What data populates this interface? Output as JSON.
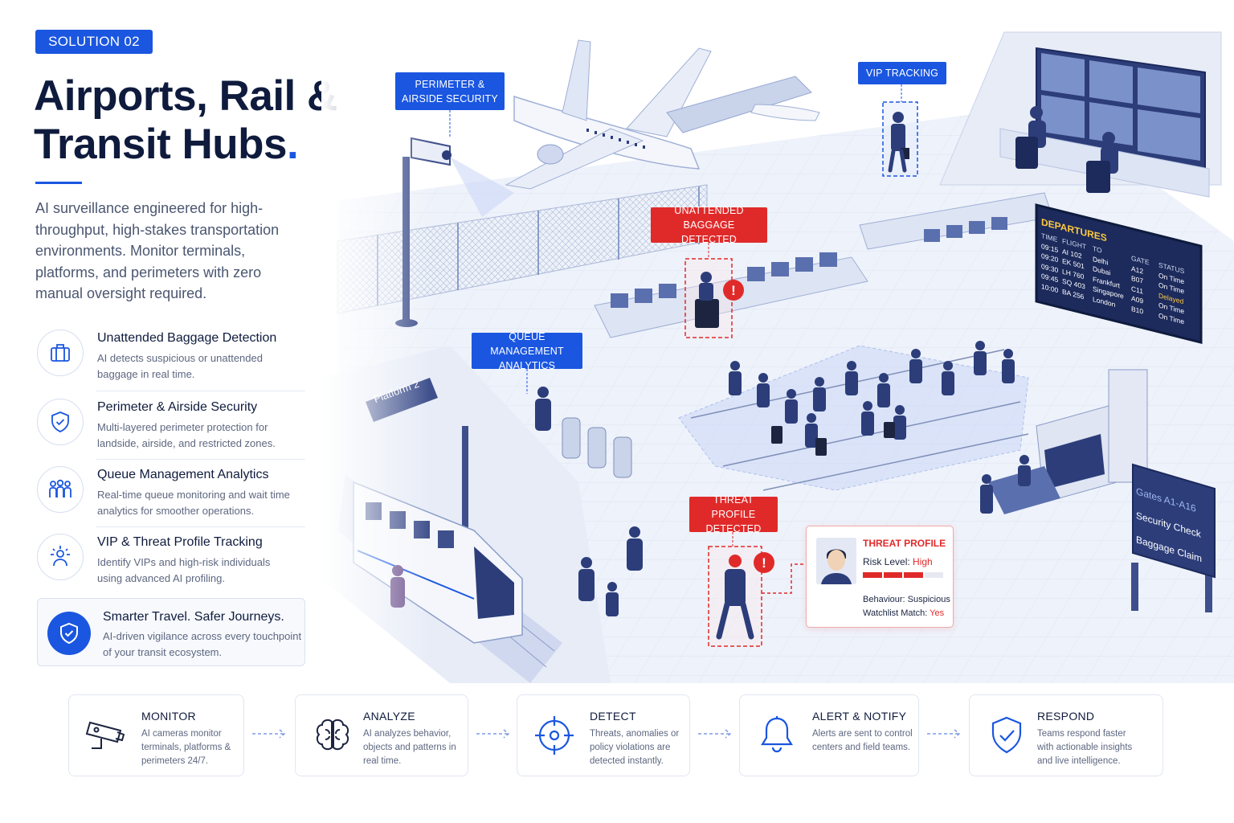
{
  "badge": "SOLUTION 02",
  "title": {
    "line1": "Airports, Rail &",
    "line2": "Transit Hubs",
    "dot": "."
  },
  "lead": "AI surveillance engineered for high-throughput, high-stakes transportation environments. Monitor terminals, platforms, and perimeters with zero manual oversight required.",
  "features": [
    {
      "title": "Unattended Baggage Detection",
      "desc": "AI detects suspicious or unattended baggage in real time.",
      "icon": "luggage-icon"
    },
    {
      "title": "Perimeter & Airside Security",
      "desc": "Multi-layered perimeter protection for landside, airside, and restricted zones.",
      "icon": "shield-check-icon"
    },
    {
      "title": "Queue Management Analytics",
      "desc": "Real-time queue monitoring and wait time analytics for smoother operations.",
      "icon": "people-group-icon"
    },
    {
      "title": "VIP & Threat Profile Tracking",
      "desc": "Identify VIPs and high-risk individuals using advanced AI profiling.",
      "icon": "target-person-icon"
    }
  ],
  "callout": {
    "title": "Smarter Travel. Safer Journeys.",
    "desc": "AI-driven vigilance across every touchpoint of your transit ecosystem.",
    "icon": "shield-check-icon"
  },
  "scene": {
    "tags": {
      "perimeter": [
        "PERIMETER &",
        "AIRSIDE SECURITY"
      ],
      "vip": "VIP TRACKING",
      "baggage": [
        "UNATTENDED BAGGAGE",
        "DETECTED"
      ],
      "queue": [
        "QUEUE MANAGEMENT",
        "ANALYTICS"
      ],
      "threat": [
        "THREAT PROFILE",
        "DETECTED"
      ]
    },
    "platform_sign": "Platform 2",
    "departures": {
      "title": "DEPARTURES",
      "headers": [
        "TIME",
        "FLIGHT",
        "TO",
        "GATE",
        "STATUS"
      ],
      "rows": [
        [
          "09:15",
          "AI 102",
          "Delhi",
          "A12",
          "On Time"
        ],
        [
          "09:20",
          "EK 501",
          "Dubai",
          "B07",
          "On Time"
        ],
        [
          "09:30",
          "LH 760",
          "Frankfurt",
          "C11",
          "Delayed"
        ],
        [
          "09:45",
          "SQ 403",
          "Singapore",
          "A09",
          "On Time"
        ],
        [
          "10:00",
          "BA 256",
          "London",
          "B10",
          "On Time"
        ]
      ]
    },
    "wayfinding": [
      "Gates A1-A16",
      "Security Check",
      "Baggage Claim"
    ],
    "threat_card": {
      "title": "THREAT PROFILE",
      "risk_label": "Risk Level:",
      "risk_value": "High",
      "behaviour_label": "Behaviour:",
      "behaviour_value": "Suspicious",
      "watchlist_label": "Watchlist Match:",
      "watchlist_value": "Yes",
      "risk_level": 0.75
    }
  },
  "steps": [
    {
      "title": "MONITOR",
      "desc": "AI cameras monitor terminals, platforms & perimeters 24/7.",
      "icon": "cctv-camera-icon"
    },
    {
      "title": "ANALYZE",
      "desc": "AI analyzes behavior, objects and patterns in real time.",
      "icon": "brain-icon"
    },
    {
      "title": "DETECT",
      "desc": "Threats, anomalies or policy violations are detected instantly.",
      "icon": "crosshair-icon"
    },
    {
      "title": "ALERT & NOTIFY",
      "desc": "Alerts are sent to control centers and field teams.",
      "icon": "bell-icon"
    },
    {
      "title": "RESPOND",
      "desc": "Teams respond faster with actionable insights and live intelligence.",
      "icon": "shield-check-icon"
    }
  ],
  "colors": {
    "accent": "#1a56e0",
    "alert": "#e02a2a",
    "ink": "#0f1b3d",
    "muted": "#5d6780"
  }
}
